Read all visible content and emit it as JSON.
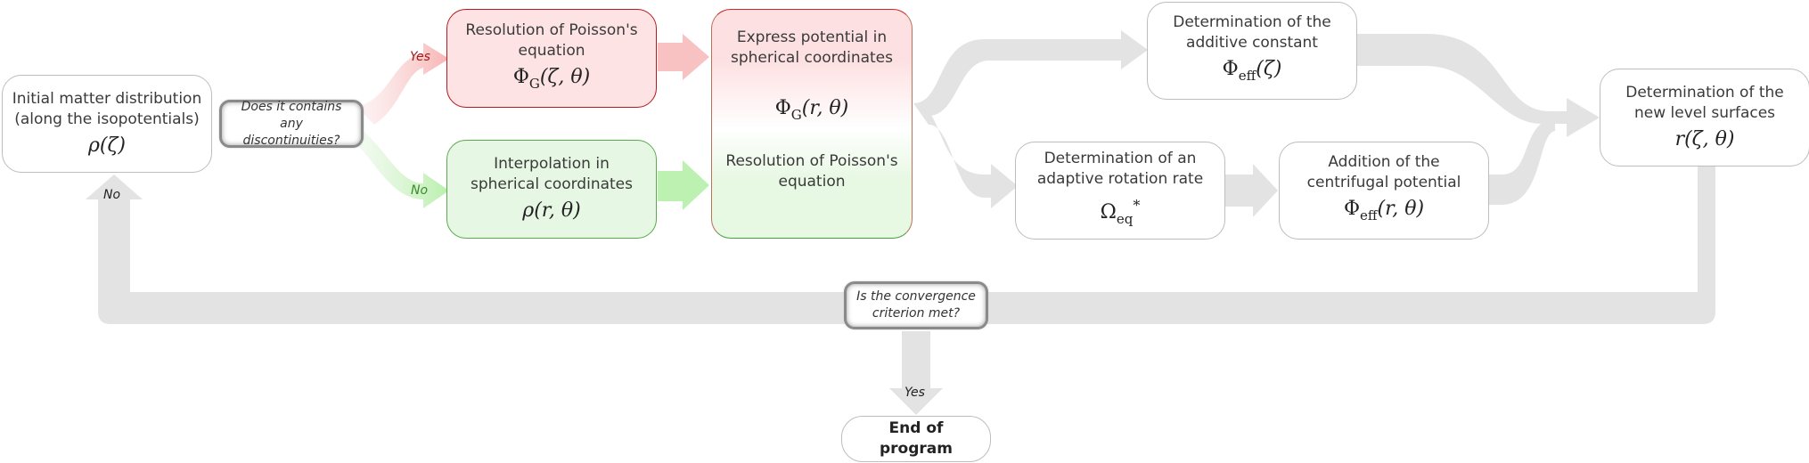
{
  "nodes": {
    "initial": {
      "line1": "Initial matter distribution",
      "line2": "(along the isopotentials)",
      "math": "ρ(ζ)"
    },
    "decision_disc": {
      "line1": "Does it contains any",
      "line2": "discontinuities?"
    },
    "poisson_zeta": {
      "line1": "Resolution of Poisson's",
      "line2": "equation",
      "math_base": "Φ",
      "math_sub": "G",
      "math_args": "(ζ, θ)"
    },
    "interpolation": {
      "line1": "Interpolation in",
      "line2": "spherical coordinates",
      "math": "ρ(r, θ)"
    },
    "express": {
      "line1": "Express potential in",
      "line2": "spherical coordinates",
      "math_base": "Φ",
      "math_sub": "G",
      "math_args": "(r, θ)",
      "line3": "Resolution of Poisson's",
      "line4": "equation"
    },
    "additive": {
      "line1": "Determination of the",
      "line2": "additive constant",
      "math_base": "Φ",
      "math_sub": "eff",
      "math_args": "(ζ)"
    },
    "rotation": {
      "line1": "Determination of an",
      "line2": "adaptive rotation rate",
      "math_base": "Ω",
      "math_sub": "eq",
      "math_sup": "*"
    },
    "centrifugal": {
      "line1": "Addition of the",
      "line2": "centrifugal potential",
      "math_base": "Φ",
      "math_sub": "eff",
      "math_args": "(r, θ)"
    },
    "level": {
      "line1": "Determination of the",
      "line2": "new level surfaces",
      "math": "r(ζ, θ)"
    },
    "decision_conv": {
      "line1": "Is the convergence",
      "line2": "criterion met?"
    },
    "end": {
      "label": "End of program"
    }
  },
  "labels": {
    "yes_top": "Yes",
    "no_mid": "No",
    "no_left": "No",
    "yes_bottom": "Yes"
  },
  "colors": {
    "arrow_gray": "#e3e3e3",
    "red_accent": "#b5181f",
    "red_fill": "#fde3e4",
    "green_accent": "#5aaa4d",
    "green_fill": "#e6f8e3",
    "yes_label": "#a01a1a",
    "no_label": "#3d8a2e"
  }
}
